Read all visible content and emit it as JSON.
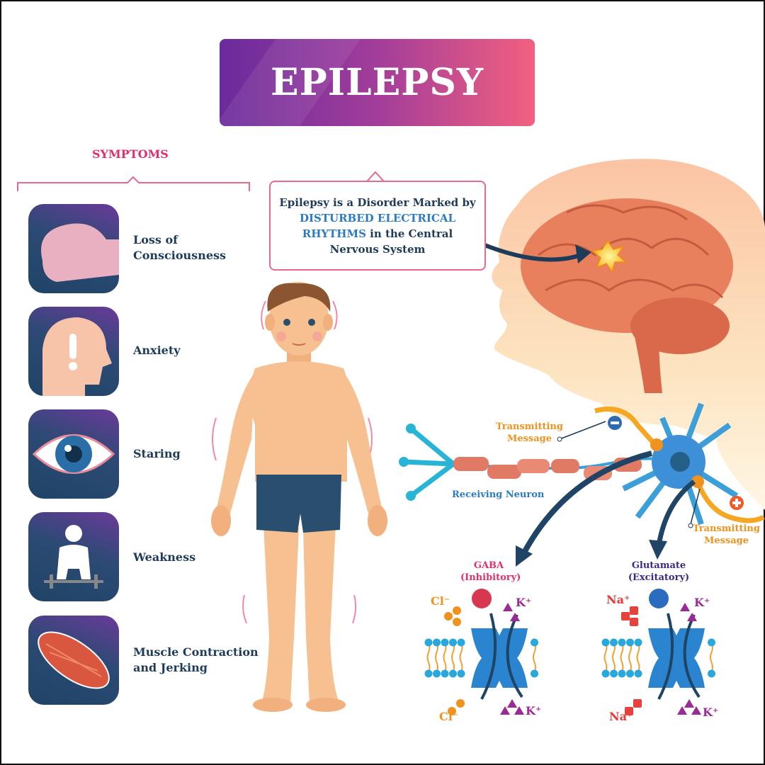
{
  "title": "EPILEPSY",
  "symptoms": {
    "heading": "SYMPTOMS",
    "items": [
      {
        "label": "Loss of Consciousness",
        "line1": "Loss of",
        "line2": "Consciousness",
        "icon": "unconscious-head-icon"
      },
      {
        "label": "Anxiety",
        "line1": "Anxiety",
        "line2": "",
        "icon": "anxiety-head-icon"
      },
      {
        "label": "Staring",
        "line1": "Staring",
        "line2": "",
        "icon": "eye-icon"
      },
      {
        "label": "Weakness",
        "line1": "Weakness",
        "line2": "",
        "icon": "weak-person-icon"
      },
      {
        "label": "Muscle Contraction and Jerking",
        "line1": "Muscle Contraction",
        "line2": "and Jerking",
        "icon": "muscle-icon"
      }
    ]
  },
  "definition": {
    "part1": "Epilepsy is a Disorder Marked by",
    "highlight1": "DISTURBED ELECTRICAL",
    "highlight2": "RHYTHMS",
    "part2": " in the Central",
    "part3": "Nervous System"
  },
  "neuron": {
    "transmitting_top": [
      "Transmitting",
      "Message"
    ],
    "transmitting_bottom": [
      "Transmitting",
      "Message"
    ],
    "receiving": "Receiving Neuron"
  },
  "gaba": {
    "name": "GABA",
    "type": "(Inhibitory)",
    "ion_in_top": "Cl⁻",
    "ion_out_top": "K⁺",
    "ion_in_bottom": "Cl⁻",
    "ion_out_bottom": "K⁺"
  },
  "glutamate": {
    "name": "Glutamate",
    "type": "(Excitatory)",
    "ion_in_top": "Na⁺",
    "ion_out_top": "K⁺",
    "ion_in_bottom": "Na⁺",
    "ion_out_bottom": "K⁺"
  },
  "colors": {
    "accent_pink": "#e0306a",
    "navy": "#1f3b5a",
    "blue": "#2b7bc4",
    "orange": "#f0921e",
    "purple": "#9a2a96",
    "banner_start": "#6a2a9c",
    "banner_end": "#f2607f"
  }
}
